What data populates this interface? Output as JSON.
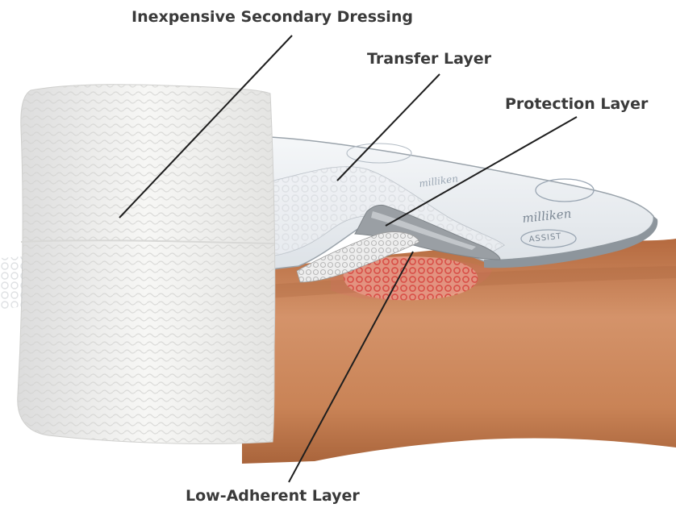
{
  "labels": {
    "secondary_dressing": "Inexpensive Secondary Dressing",
    "transfer_layer": "Transfer Layer",
    "protection_layer": "Protection Layer",
    "low_adherent_layer": "Low-Adherent Layer"
  },
  "dressing_print": {
    "brand": "milliken",
    "product": "ASSIST"
  },
  "colors": {
    "skin": "#c98356",
    "gauze": "#f2f2f0",
    "wound": "#e06a6a",
    "label_text": "#3a3a3a",
    "leader_line": "#1e1e1e"
  }
}
